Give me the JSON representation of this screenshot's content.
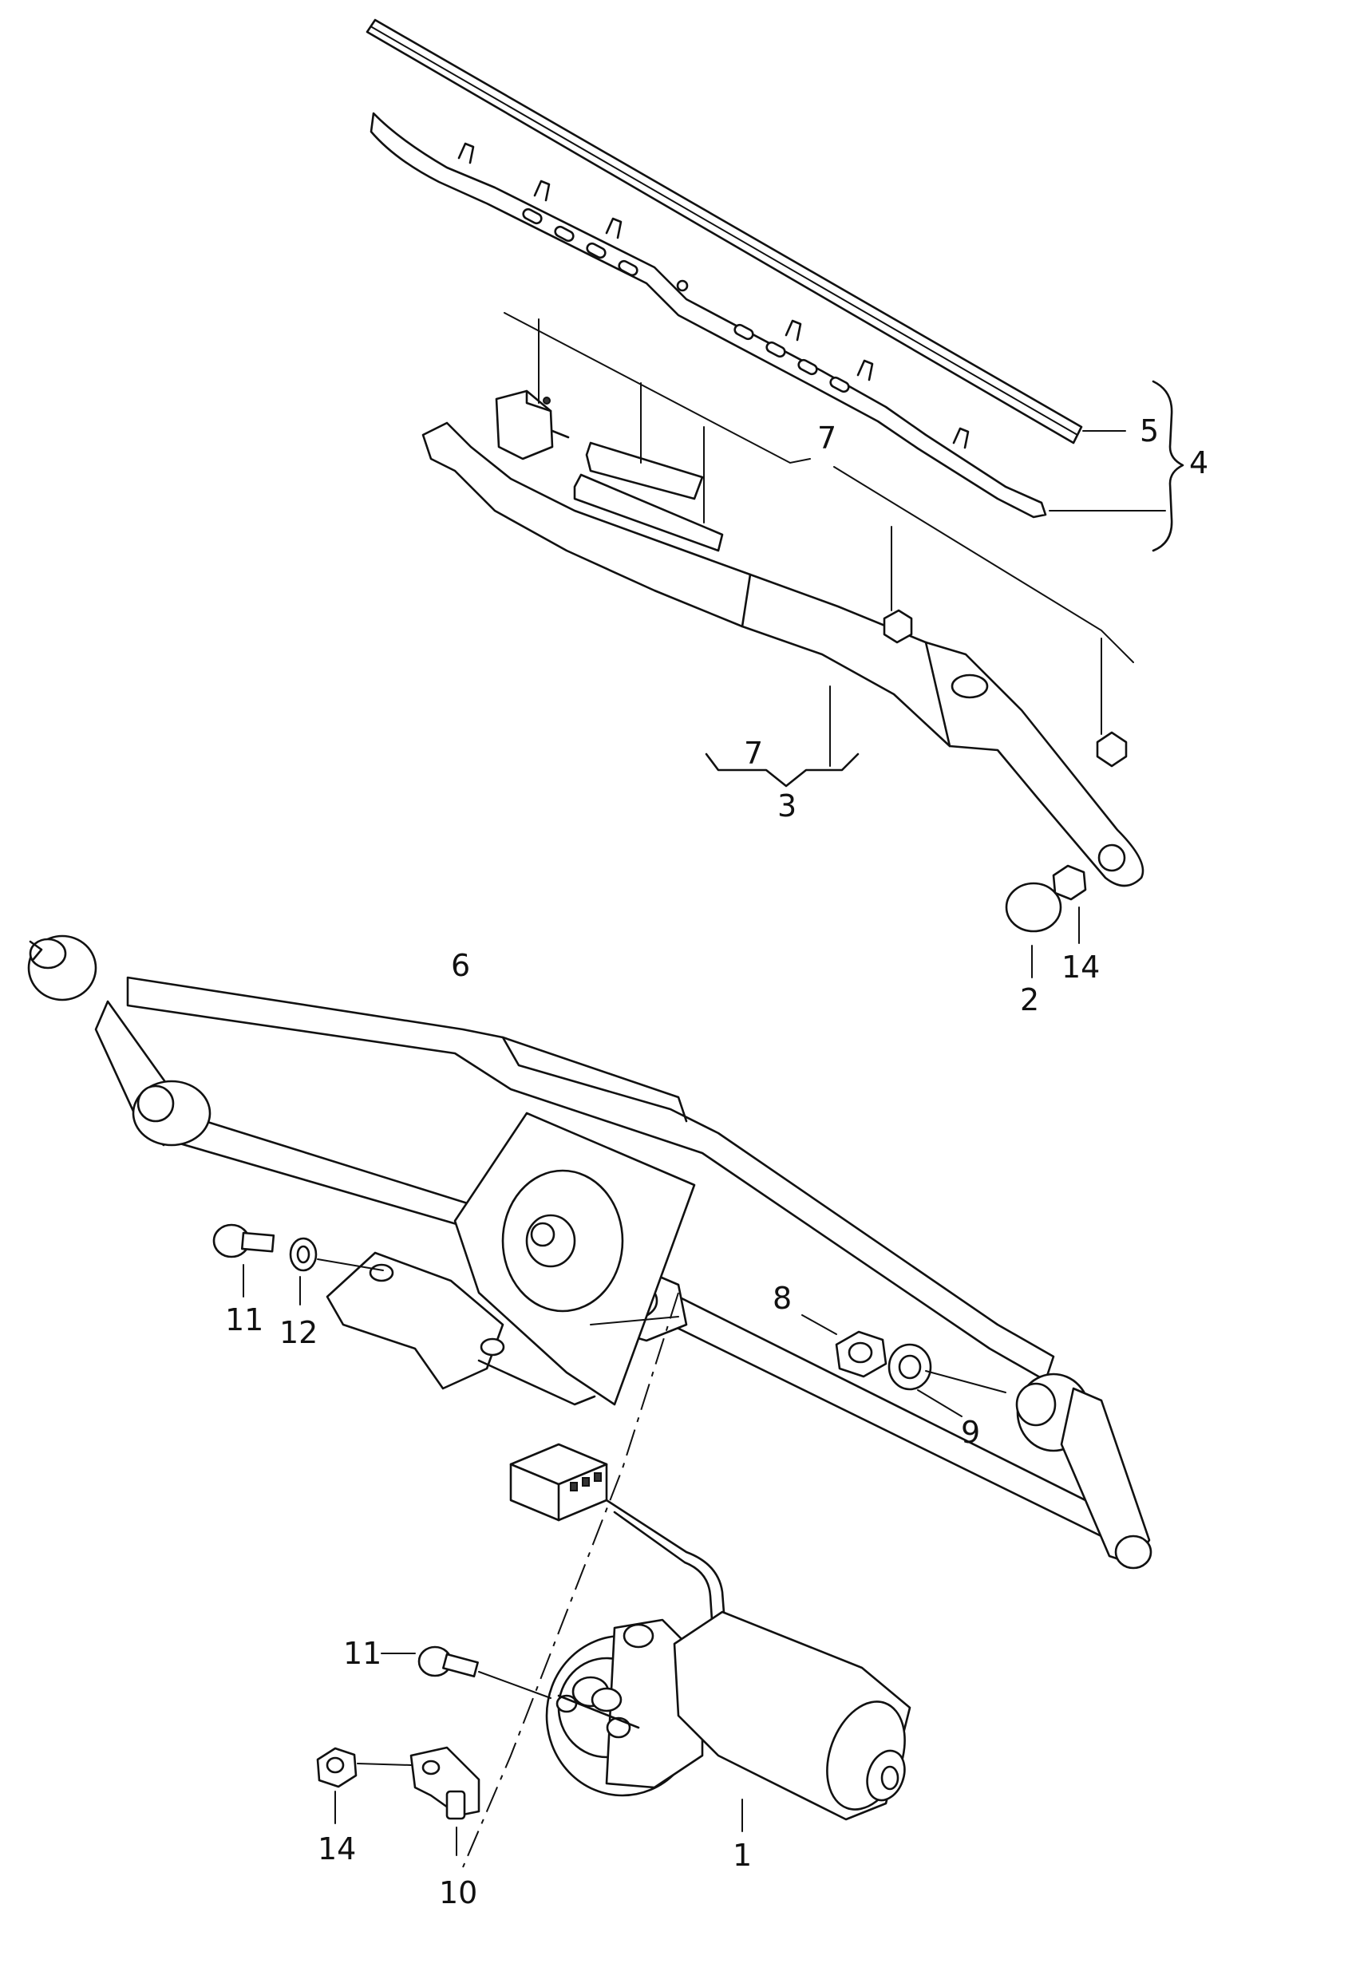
{
  "callouts": {
    "c1": "1",
    "c2": "2",
    "c3": "3",
    "c4": "4",
    "c5": "5",
    "c6": "6",
    "c7a": "7",
    "c7b": "7",
    "c8": "8",
    "c9": "9",
    "c10": "10",
    "c11a": "11",
    "c11b": "11",
    "c12": "12",
    "c14a": "14",
    "c14b": "14"
  }
}
